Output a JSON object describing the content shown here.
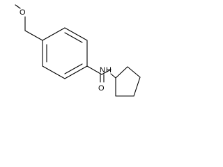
{
  "molecule": {
    "atoms": {
      "ether_oxygen": "O",
      "carbonyl_oxygen": "O",
      "amide_nitrogen": "N",
      "amide_hydrogen": "H"
    },
    "colors": {
      "bond": "#000000",
      "label": "#000000",
      "background": "#ffffff"
    }
  }
}
